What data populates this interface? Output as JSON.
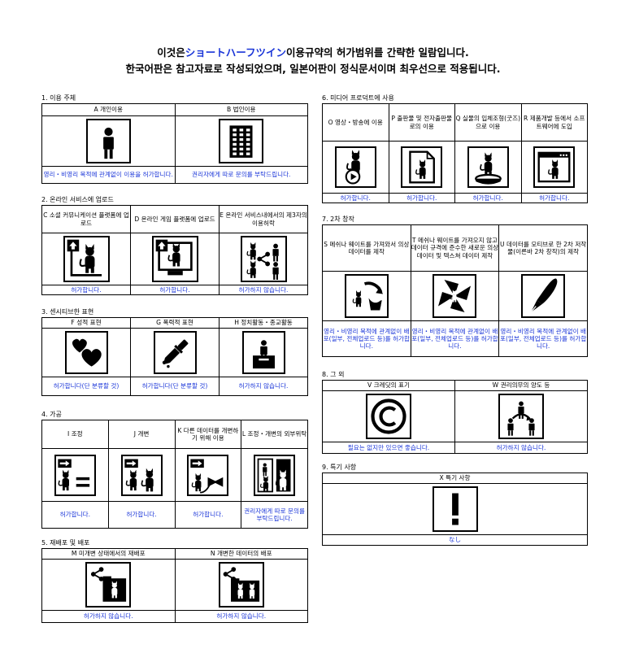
{
  "header": {
    "line1_before": "이것은",
    "line1_highlight": "ショートハーフツイン",
    "line1_after": "이용규약의 허가범위를 간략한 일람입니다.",
    "line2": "한국어판은 참고자료로 작성되었으며, 일본어판이 정식문서이며 최우선으로 적용됩니다."
  },
  "colors": {
    "accent": "#1a35d8",
    "border": "#000000"
  },
  "sections": {
    "s1": {
      "title": "1. 이용 주체",
      "items": [
        {
          "label": "A 개인이용",
          "icon": "person-icon",
          "caption": "영리・비영리 목적에 관계없이 이용을 허가합니다."
        },
        {
          "label": "B 법인이용",
          "icon": "building-icon",
          "caption": "권리자에게 따로 문의를 부탁드립니다."
        }
      ]
    },
    "s2": {
      "title": "2. 온라인 서비스에 업로드",
      "items": [
        {
          "label": "C 소셜 커뮤니케이션 플랫폼에 업로드",
          "icon": "social-upload-icon",
          "caption": "허가합니다."
        },
        {
          "label": "D 온라인 게임 플랫폼에 업로드",
          "icon": "game-upload-icon",
          "caption": "허가합니다."
        },
        {
          "label": "E 온라인 서비스내에서의 제3자의 이용허락",
          "icon": "third-party-share-icon",
          "caption": "허가하지 않습니다."
        }
      ]
    },
    "s3": {
      "title": "3. 센시티브한 표현",
      "items": [
        {
          "label": "F 성적 표현",
          "icon": "hearts-icon",
          "caption": "허가합니다(단 분류할 것)"
        },
        {
          "label": "G 폭력적 표현",
          "icon": "knife-icon",
          "caption": "허가합니다(단 분류할 것)"
        },
        {
          "label": "H 정치활동・종교활동",
          "icon": "podium-icon",
          "caption": "허가하지 않습니다."
        }
      ]
    },
    "s4": {
      "title": "4. 가공",
      "items": [
        {
          "label": "I 조정",
          "icon": "adjust-icon",
          "caption": "허가합니다."
        },
        {
          "label": "J 개변",
          "icon": "modify-icon",
          "caption": "허가합니다."
        },
        {
          "label": "K 다른 데이터를 개변하기 위해 이용",
          "icon": "modify-other-icon",
          "caption": "허가합니다."
        },
        {
          "label": "L 조정・개변의 외부위탁",
          "icon": "outsource-icon",
          "caption": "권리자에게 따로 문의를 부탁드립니다."
        }
      ]
    },
    "s5": {
      "title": "5. 재배포 및 배포",
      "items": [
        {
          "label": "M 미개변 상태에서의 재배포",
          "icon": "redistribute-icon",
          "caption": "허가하지 않습니다."
        },
        {
          "label": "N 개변한 데이터의 배포",
          "icon": "distribute-modified-icon",
          "caption": "허가하지 않습니다."
        }
      ]
    },
    "s6": {
      "title": "6. 미디어 프로덕트에 사용",
      "items": [
        {
          "label": "O 영상・방송에 이용",
          "icon": "video-icon",
          "caption": "허가합니다."
        },
        {
          "label": "P 출판물 및 전자출판물로의 이용",
          "icon": "publication-icon",
          "caption": "허가합니다."
        },
        {
          "label": "Q 실물의 입체조형(굿즈)으로 이용",
          "icon": "figure-icon",
          "caption": "허가합니다."
        },
        {
          "label": "R 제품개발 등에서 소프트웨어에 도입",
          "icon": "software-icon",
          "caption": "허가합니다."
        }
      ]
    },
    "s7": {
      "title": "7. 2차 창작",
      "items": [
        {
          "label": "S 메쉬나 웨이트를 가져와서 의상 데이터를 제작",
          "icon": "recycle-icon",
          "caption": "영리・비영리 목적에 관계없이 배포(일부, 전체업로드 등)를 허가합니다."
        },
        {
          "label": "T 메쉬나 웨이트를 가져오지 않고 데이터 규격에 준수한 새로운 의상 데이터 및 텍스쳐 데이터 제작",
          "icon": "pinwheel-icon",
          "caption": "영리・비영리 목적에 관계없이 배포(일부, 전체업로드 등)를 허가합니다."
        },
        {
          "label": "U 데이터를 모티브로 한 2차 저작물(이른바 2차 창작)의 제작",
          "icon": "pen-icon",
          "caption": "영리・비영리 목적에 관계없이 배포(일부, 전체업로드 등)를 허가합니다."
        }
      ]
    },
    "s8": {
      "title": "8. 그 외",
      "items": [
        {
          "label": "V 크레딧의 표기",
          "icon": "copyright-icon",
          "caption": "필요는 없지만 있으면 좋습니다."
        },
        {
          "label": "W 권리의무의 양도 등",
          "icon": "transfer-icon",
          "caption": "허가하지 않습니다."
        }
      ]
    },
    "s9": {
      "title": "9. 특기 사항",
      "items": [
        {
          "label": "X 특기 사항",
          "icon": "exclamation-icon",
          "caption": "なし"
        }
      ]
    }
  }
}
